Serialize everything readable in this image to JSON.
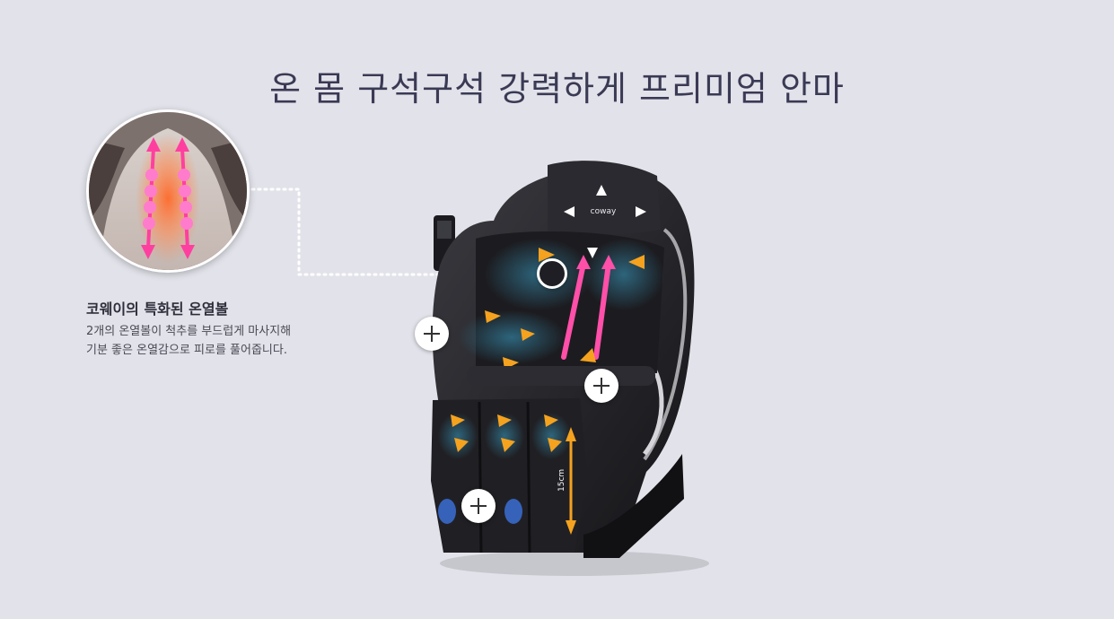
{
  "headline": "온 몸 구석구석 강력하게 프리미엄 안마",
  "feature": {
    "title": "코웨이의 특화된 온열볼",
    "description_lines": [
      "2개의 온열볼이 척추를 부드럽게 마사지해",
      "기분 좋은 온열감으로 피로를 풀어줍니다."
    ]
  },
  "chair": {
    "brand": "coway",
    "leg_range_label": "15cm"
  },
  "hotspots": [
    {
      "name": "hotspot-upper-body",
      "icon": "plus-icon"
    },
    {
      "name": "hotspot-armrest",
      "icon": "plus-icon"
    },
    {
      "name": "hotspot-leg",
      "icon": "plus-icon"
    }
  ],
  "colors": {
    "background": "#e2e2ea",
    "headline": "#3a3a55",
    "heat_glow": "#ff7a3a",
    "massage_arrow_pink": "#ff4fa8",
    "massage_arrow_orange": "#f5a21f",
    "chair_body": "#232327"
  }
}
